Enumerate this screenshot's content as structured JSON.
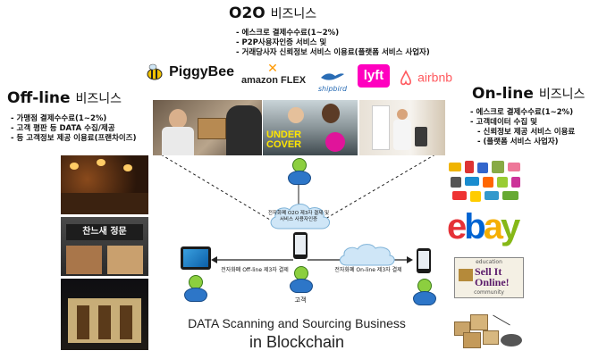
{
  "o2o": {
    "heading": "O2O",
    "heading_ko": "비즈니스",
    "bullets": [
      "에스크로 결제수수료(1~2%)",
      "P2P사용자인증 서비스 및",
      "거래당사자 신뢰정보 서비스 이용료(플랫폼 서비스 사업자)"
    ],
    "logos": [
      "PiggyBee",
      "amazon FLEX",
      "shipbird",
      "lyft",
      "airbnb"
    ],
    "photo_text": "UNDER COVER"
  },
  "offline": {
    "heading": "Off-line",
    "heading_ko": "비즈니스",
    "bullets": [
      "가맹점 결제수수료(1~2%)",
      "고객 평판 등 DATA 수집/제공",
      "등 고객정보 제공 이용료(프랜차이즈)"
    ],
    "store_sign": "찬느새 정문"
  },
  "online": {
    "heading": "On-line",
    "heading_ko": "비즈니스",
    "bullets": [
      "에스크로 결제수수료(1~2%)",
      "고객데이터 수집 및",
      "신뢰정보 제공 서비스 이용료",
      "(플랫폼 서비스 사업자)"
    ],
    "ebay": [
      "e",
      "b",
      "a",
      "y"
    ],
    "sellit": {
      "top": "education",
      "line1": "Sell It",
      "line2": "Online!",
      "bottom": "community"
    }
  },
  "diagram": {
    "cloud_top_line1": "전자화폐 O2O 제3자 결제 및",
    "cloud_top_line2": "서비스 사용자인증",
    "cloud_right": "전자화폐 On-line 제3자 결제",
    "arrow_left": "전자화폐 Off-line 제3자 결제",
    "customer": "고객"
  },
  "title_line1": "DATA Scanning and Sourcing Business",
  "title_line2": "in Blockchain",
  "colors": {
    "ebay_e": "#e53238",
    "ebay_b": "#0064d2",
    "ebay_a": "#f5af02",
    "ebay_y": "#86b817",
    "lyft": "#ff00bf",
    "airbnb": "#ff5a5f",
    "amazon_flex": "#ff9900",
    "person_head": "#8ccf3f",
    "person_body": "#2d76c8"
  }
}
